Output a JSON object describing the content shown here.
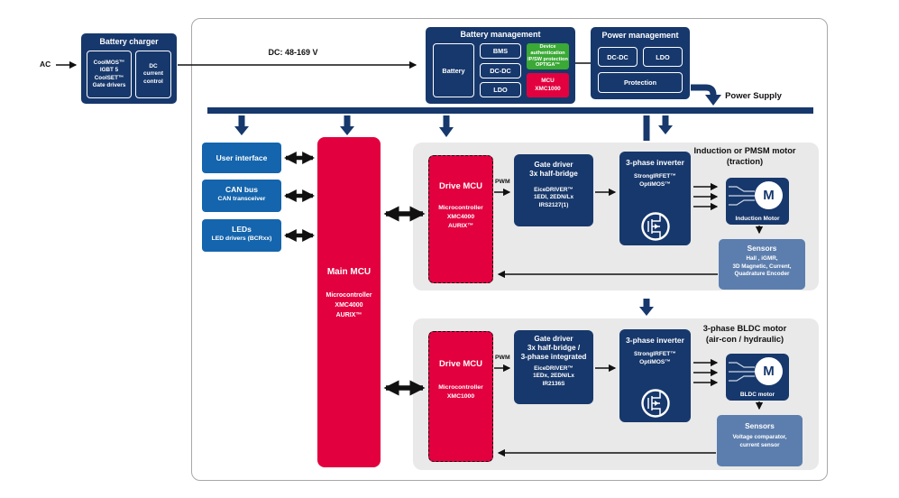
{
  "colors": {
    "navy": "#17386c",
    "bright_blue": "#1465ad",
    "red": "#e2003f",
    "green": "#3aa935",
    "steel_blue": "#5c7eae",
    "panel_gray": "#e9e9e9"
  },
  "external": {
    "ac_label": "AC",
    "battery_charger": {
      "title": "Battery charger",
      "module1": "CoolMOS™\nIGBT 5\nCoolSET™\nGate drivers",
      "module2": "DC\ncurrent\ncontrol"
    },
    "dc_link_label": "DC: 48-169 V"
  },
  "battery_management": {
    "title": "Battery management",
    "battery": "Battery",
    "stack": [
      "BMS",
      "DC-DC",
      "LDO"
    ],
    "authentication": "Device authentication\nIP/SW protection\nOPTIGA™",
    "mcu": "MCU\nXMC1000"
  },
  "power_management": {
    "title": "Power management",
    "dcdc": "DC-DC",
    "ldo": "LDO",
    "protection": "Protection"
  },
  "power_supply_label": "Power Supply",
  "peripherals": [
    {
      "title": "User interface",
      "subtitle": ""
    },
    {
      "title": "CAN bus",
      "subtitle": "CAN transceiver"
    },
    {
      "title": "LEDs",
      "subtitle": "LED drivers (BCRxx)"
    }
  ],
  "main_mcu": {
    "title": "Main MCU",
    "subtitle": "Microcontroller\nXMC4000\nAURIX™"
  },
  "pwm_label": "PWM",
  "drives": [
    {
      "heading": "Induction or PMSM motor\n(traction)",
      "drive_mcu": {
        "title": "Drive MCU",
        "subtitle": "Microcontroller\nXMC4000\nAURIX™"
      },
      "gate_driver": {
        "title": "Gate driver\n3x half-bridge",
        "parts": "EiceDRIVER™\n1EDI, 2EDN/Lx\nIRS2127(1)"
      },
      "inverter": {
        "title": "3-phase inverter",
        "parts": "StrongIRFET™\nOptiMOS™"
      },
      "motor": {
        "symbol": "M",
        "label": "Induction Motor"
      },
      "sensors": {
        "title": "Sensors",
        "items": "Hall , iGMR,\n3D Magnetic, Current,\nQuadrature Encoder"
      }
    },
    {
      "heading": "3-phase BLDC motor\n(air-con / hydraulic)",
      "drive_mcu": {
        "title": "Drive MCU",
        "subtitle": "Microcontroller\nXMC1000"
      },
      "gate_driver": {
        "title": "Gate driver\n3x half-bridge /\n3-phase integrated",
        "parts": "EiceDRIVER™\n1EDx, 2EDN/Lx\nIR2136S"
      },
      "inverter": {
        "title": "3-phase inverter",
        "parts": "StrongIRFET™\nOptiMOS™"
      },
      "motor": {
        "symbol": "M",
        "label": "BLDC motor"
      },
      "sensors": {
        "title": "Sensors",
        "items": "Voltage comparator,\ncurrent sensor"
      }
    }
  ]
}
